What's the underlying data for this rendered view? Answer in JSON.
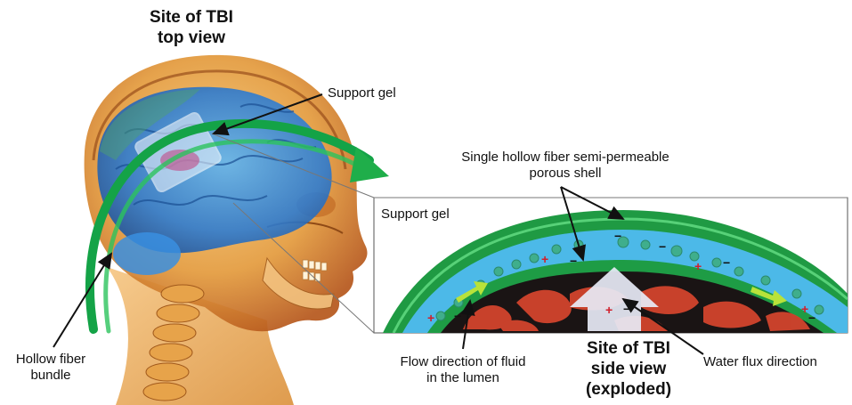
{
  "labels": {
    "top_title_line1": "Site of TBI",
    "top_title_line2": "top view",
    "support_gel_top": "Support gel",
    "shell_line1": "Single hollow fiber semi-permeable",
    "shell_line2": "porous shell",
    "support_gel_box": "Support gel",
    "hollow_line1": "Hollow fiber",
    "hollow_line2": "bundle",
    "flow_line1": "Flow direction of fluid",
    "flow_line2": "in the lumen",
    "side_line1": "Site of TBI",
    "side_line2": "side view",
    "side_line3": "(exploded)",
    "water_flux": "Water flux direction"
  },
  "colors": {
    "fiber_green": "#1fae4a",
    "shell_blue": "#49b8e6",
    "brain_blue": "#3f86d6",
    "skull_orange": "#d9892f",
    "tissue_red": "#d2442d"
  }
}
